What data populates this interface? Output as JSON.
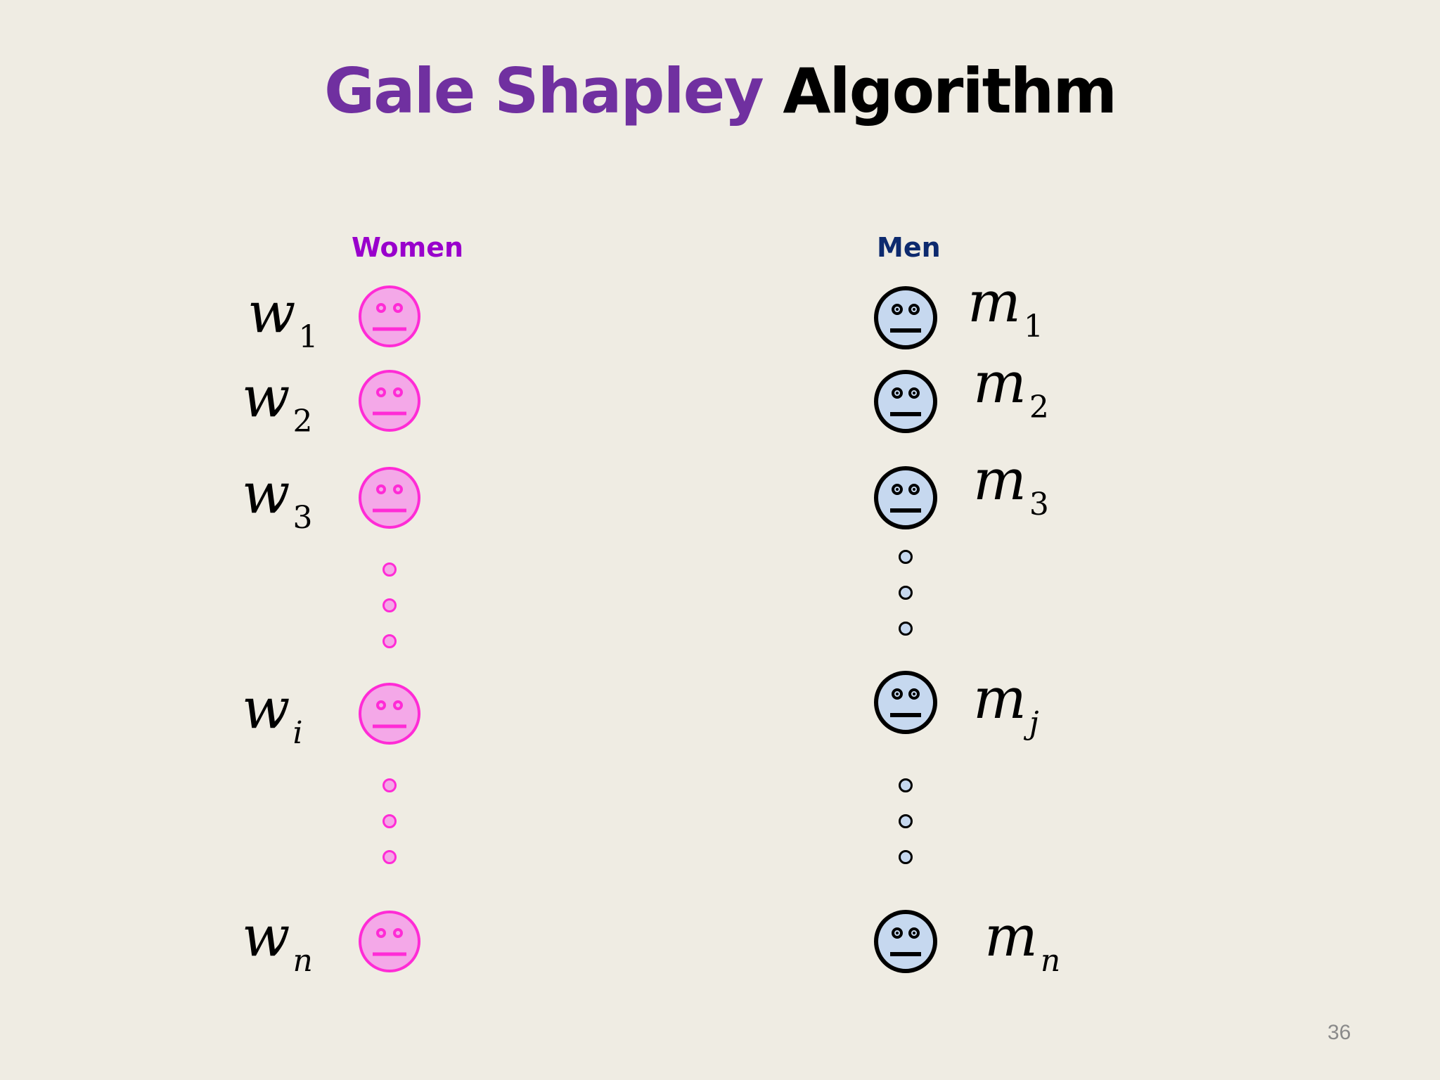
{
  "title": {
    "part1": "Gale Shapley",
    "part2": "Algorithm"
  },
  "women_header": "Women",
  "men_header": "Men",
  "women": [
    {
      "base": "w",
      "sub": "1"
    },
    {
      "base": "w",
      "sub": "2"
    },
    {
      "base": "w",
      "sub": "3"
    },
    {
      "base": "w",
      "sub": "i"
    },
    {
      "base": "w",
      "sub": "n"
    }
  ],
  "men": [
    {
      "base": "m",
      "sub": "1"
    },
    {
      "base": "m",
      "sub": "2"
    },
    {
      "base": "m",
      "sub": "3"
    },
    {
      "base": "m",
      "sub": "j"
    },
    {
      "base": "m",
      "sub": "n"
    }
  ],
  "page_number": "36",
  "colors": {
    "title_accent": "#7030a0",
    "women_face_fill": "#f4a8e8",
    "women_face_stroke": "#ff2bd6",
    "men_face_fill": "#c6d8ef",
    "men_face_stroke": "#000000"
  },
  "icons": {
    "women_face": "neutral-face-icon",
    "men_face": "neutral-face-icon",
    "ellipsis": "vertical-ellipsis-dots"
  }
}
